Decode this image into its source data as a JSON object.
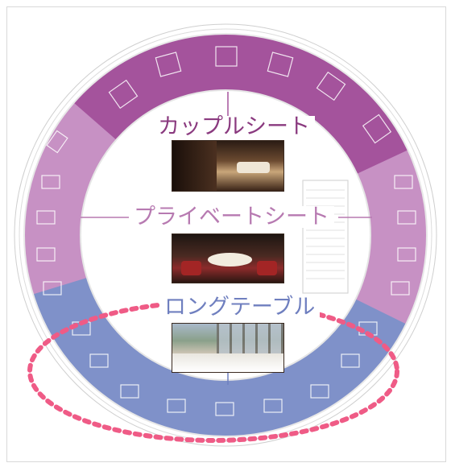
{
  "zones": [
    {
      "id": "couple",
      "label": "カップルシート",
      "color": "#a4539c",
      "text_color": "#8a3a7f"
    },
    {
      "id": "private",
      "label": "プライベートシート",
      "color": "#c791c4",
      "text_color": "#b77ab1"
    },
    {
      "id": "long",
      "label": "ロングテーブル",
      "color": "#7f91c9",
      "text_color": "#6f7fbf"
    }
  ],
  "highlight_color": "#ef5b86",
  "photos": {
    "couple": "couple-seat-photo",
    "private": "private-seat-photo",
    "long": "long-table-photo"
  }
}
